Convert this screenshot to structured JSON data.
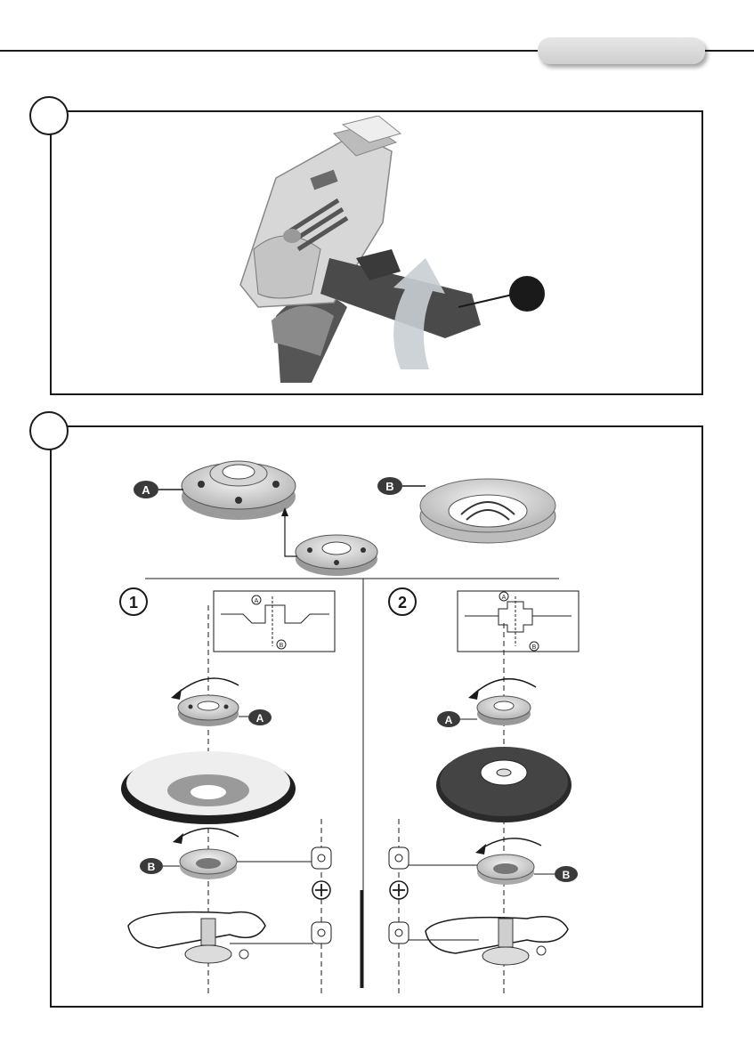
{
  "labels": {
    "a": "A",
    "b": "B",
    "step1": "1",
    "step2": "2"
  },
  "colors": {
    "frame": "#1a1a1a",
    "marker_dark": "#3a3a3a",
    "tab_gray": "#d9d9d9",
    "metal_light": "#e4e4e4",
    "metal_mid": "#bcbcbc",
    "disc_dark": "#2b2b2b",
    "arrow_gray": "#c8ced3"
  },
  "icons": {
    "rotate_arrow": "rotate-arrow-icon",
    "plus": "plus-icon"
  }
}
